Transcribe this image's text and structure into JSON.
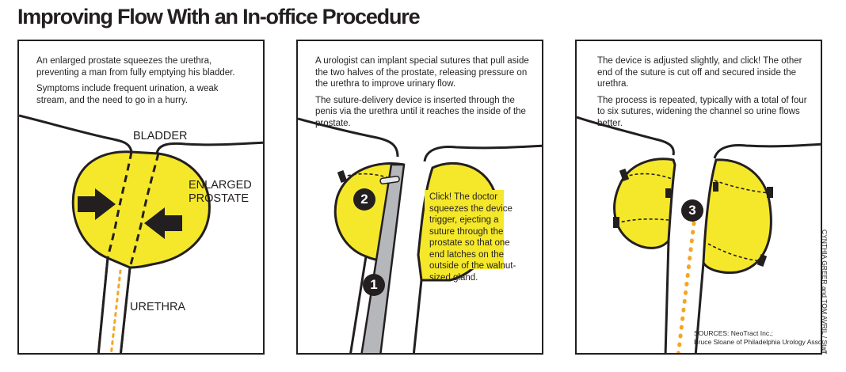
{
  "title": "Improving Flow With an In-office Procedure",
  "panel1": {
    "text1": "An enlarged prostate squeezes the urethra, preventing a man from fully emptying his bladder.",
    "text2": "Symptoms include frequent urination, a weak stream, and the need to go in a hurry.",
    "label_bladder": "BLADDER",
    "label_enlarged": "ENLARGED",
    "label_prostate": "PROSTATE",
    "label_urethra": "URETHRA"
  },
  "panel2": {
    "text1": "A urologist can implant special sutures that pull aside the two halves of the prostate, releasing pressure on the urethra to improve urinary flow.",
    "text2": "The suture-delivery device is inserted through the penis via the urethra until it reaches the inside of the prostate.",
    "callout": "Click! The doctor squeezes the device trigger, ejecting a suture through the prostate so that one end latches on the outside of the walnut-sized gland.",
    "step1": "1",
    "step2": "2"
  },
  "panel3": {
    "text1": "The device is adjusted slightly, and click!  The other end of the suture is cut off and secured inside the urethra.",
    "text2": "The process is repeated, typically with a total of four to six sutures, widening the channel so urine flows better.",
    "step3": "3",
    "sources_line1": "SOURCES: NeoTract Inc.;",
    "sources_line2": "Bruce Sloane of Philadelphia Urology Associates"
  },
  "credit": "CYNTHIA GREER and TOM AVRIL / Staff",
  "colors": {
    "prostate_yellow": "#f5e82a",
    "ink": "#231f20",
    "urine_orange": "#f5a623",
    "device_gray": "#b5b7ba"
  }
}
